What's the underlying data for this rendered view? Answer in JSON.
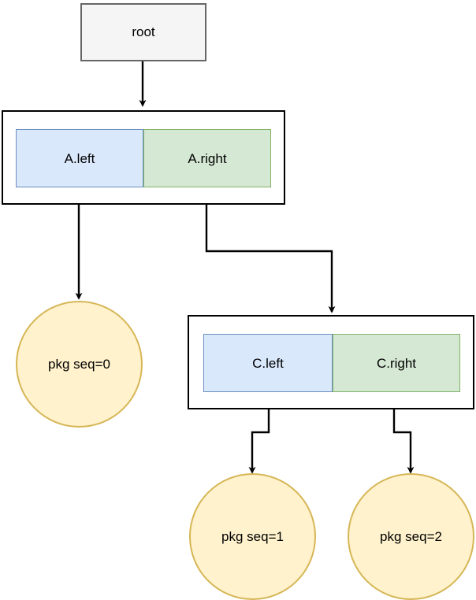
{
  "diagram": {
    "type": "tree-diagram",
    "background": "#ffffff",
    "colors": {
      "root_fill": "#f5f5f5",
      "root_stroke": "#666666",
      "left_fill": "#dae8fc",
      "left_stroke": "#6c8ebf",
      "right_fill": "#d5e8d4",
      "right_stroke": "#82b366",
      "leaf_fill": "#fff2cc",
      "leaf_stroke": "#d6b656",
      "box_stroke": "#000000",
      "edge_stroke": "#000000",
      "text": "#000000"
    },
    "nodes": {
      "root": {
        "label": "root"
      },
      "node_a": {
        "left": {
          "label": "A.left"
        },
        "right": {
          "label": "A.right"
        }
      },
      "node_c": {
        "left": {
          "label": "C.left"
        },
        "right": {
          "label": "C.right"
        }
      },
      "leaf0": {
        "label": "pkg seq=0"
      },
      "leaf1": {
        "label": "pkg seq=1"
      },
      "leaf2": {
        "label": "pkg seq=2"
      }
    },
    "edges": [
      {
        "from": "root",
        "to": "node_a"
      },
      {
        "from": "node_a.left",
        "to": "leaf0"
      },
      {
        "from": "node_a.right",
        "to": "node_c"
      },
      {
        "from": "node_c.left",
        "to": "leaf1"
      },
      {
        "from": "node_c.right",
        "to": "leaf2"
      }
    ]
  }
}
